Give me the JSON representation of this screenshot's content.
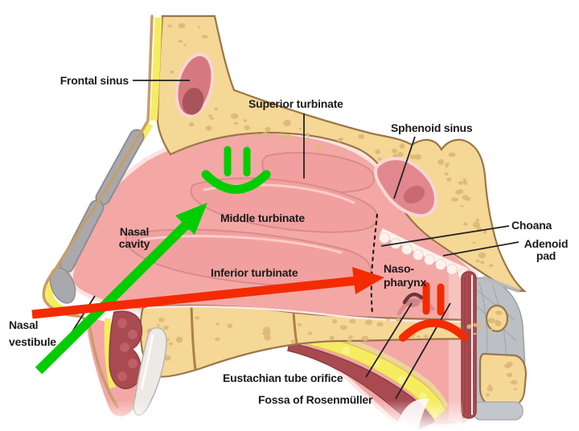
{
  "diagram": {
    "type": "anatomical-illustration",
    "subject": "Sagittal section of the nasal cavity and nasopharynx",
    "labels": {
      "frontal_sinus": "Frontal sinus",
      "superior_turbinate": "Superior turbinate",
      "sphenoid_sinus": "Sphenoid sinus",
      "middle_turbinate": "Middle turbinate",
      "nasal_cavity_line1": "Nasal",
      "nasal_cavity_line2": "cavity",
      "inferior_turbinate": "Inferior turbinate",
      "nasopharynx_line1": "Naso-",
      "nasopharynx_line2": "pharynx",
      "choana": "Choana",
      "adenoid_pad_line1": "Adenoid",
      "adenoid_pad_line2": "pad",
      "nasal_vestibule_line1": "Nasal",
      "nasal_vestibule_line2": "vestibule",
      "eustachian_tube_orifice": "Eustachian tube orifice",
      "fossa_of_rosenmuller": "Fossa of Rosenmüller"
    },
    "marks": [
      "green-diagonal-arrow",
      "green-smile-tick-mark",
      "red-horizontal-arrow",
      "red-frown-tick-mark",
      "dashed-choana-boundary"
    ],
    "colors": {
      "background": "#ffffff",
      "bone": "#f5d796",
      "bone_speckle": "#ddb877",
      "bone_outline": "#9b7648",
      "mucosa_pink": "#f3a8a6",
      "mucosa_deep": "#f1a09f",
      "sinus_cavity": "#d6797f",
      "fat_yellow": "#f6ec60",
      "cartilage_gray": "#a9a9ad",
      "muscle_red": "#a84a50",
      "fascia_gray": "#bcc0c5",
      "tooth_white": "#edeae5",
      "label_text": "#1a1a1a",
      "pointer_line": "#222222",
      "arrow_green": "#00cd00",
      "arrow_red": "#f32b00"
    }
  }
}
